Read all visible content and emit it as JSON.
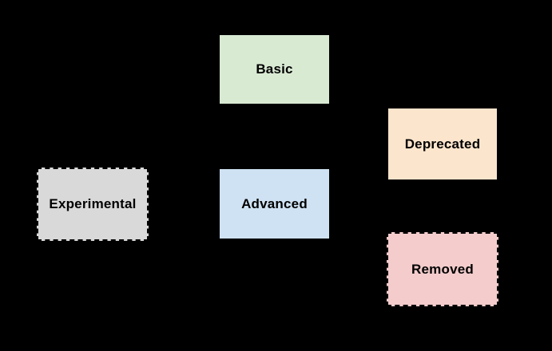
{
  "diagram": {
    "background_color": "#000000",
    "node_border_color": "#000000",
    "node_text_color": "#000000",
    "nodes": {
      "basic": {
        "label": "Basic",
        "fill": "#d9ead3",
        "border_style": "solid"
      },
      "deprecated": {
        "label": "Deprecated",
        "fill": "#fce5cd",
        "border_style": "solid"
      },
      "experimental": {
        "label": "Experimental",
        "fill": "#d9d9d9",
        "border_style": "dashed"
      },
      "advanced": {
        "label": "Advanced",
        "fill": "#cfe2f3",
        "border_style": "solid"
      },
      "removed": {
        "label": "Removed",
        "fill": "#f4cccc",
        "border_style": "dashed"
      }
    }
  }
}
